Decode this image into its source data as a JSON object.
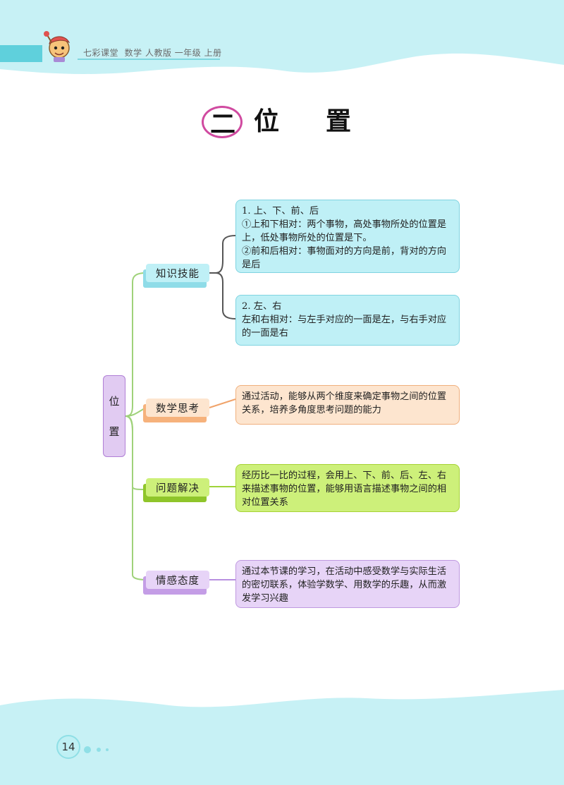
{
  "header": {
    "text": "七彩课堂  数学 人教版 一年级 上册"
  },
  "chapter": {
    "number": "二",
    "title": "位置"
  },
  "mindmap": {
    "root": [
      "位",
      "置"
    ],
    "branches": [
      {
        "label": "知识技能",
        "color": "#b8eef5"
      },
      {
        "label": "数学思考",
        "color": "#fde0c4"
      },
      {
        "label": "问题解决",
        "color": "#c9ef6c"
      },
      {
        "label": "情感态度",
        "color": "#e4cdf5"
      }
    ],
    "leaves": {
      "k1": [
        "1. 上、下、前、后",
        "①上和下相对：两个事物，高处事物所处的位置是上，低处事物所处的位置是下。",
        "②前和后相对：事物面对的方向是前，背对的方向是后"
      ],
      "k2": [
        "2. 左、右",
        "左和右相对：与左手对应的一面是左，与右手对应的一面是右"
      ],
      "math": "通过活动，能够从两个维度来确定事物之间的位置关系，培养多角度思考问题的能力",
      "problem": "经历比一比的过程，会用上、下、前、后、左、右来描述事物的位置，能够用语言描述事物之间的相对位置关系",
      "emotion": "通过本节课的学习，在活动中感受数学与实际生活的密切联系，体验学数学、用数学的乐趣，从而激发学习兴趣"
    }
  },
  "page_number": "14"
}
